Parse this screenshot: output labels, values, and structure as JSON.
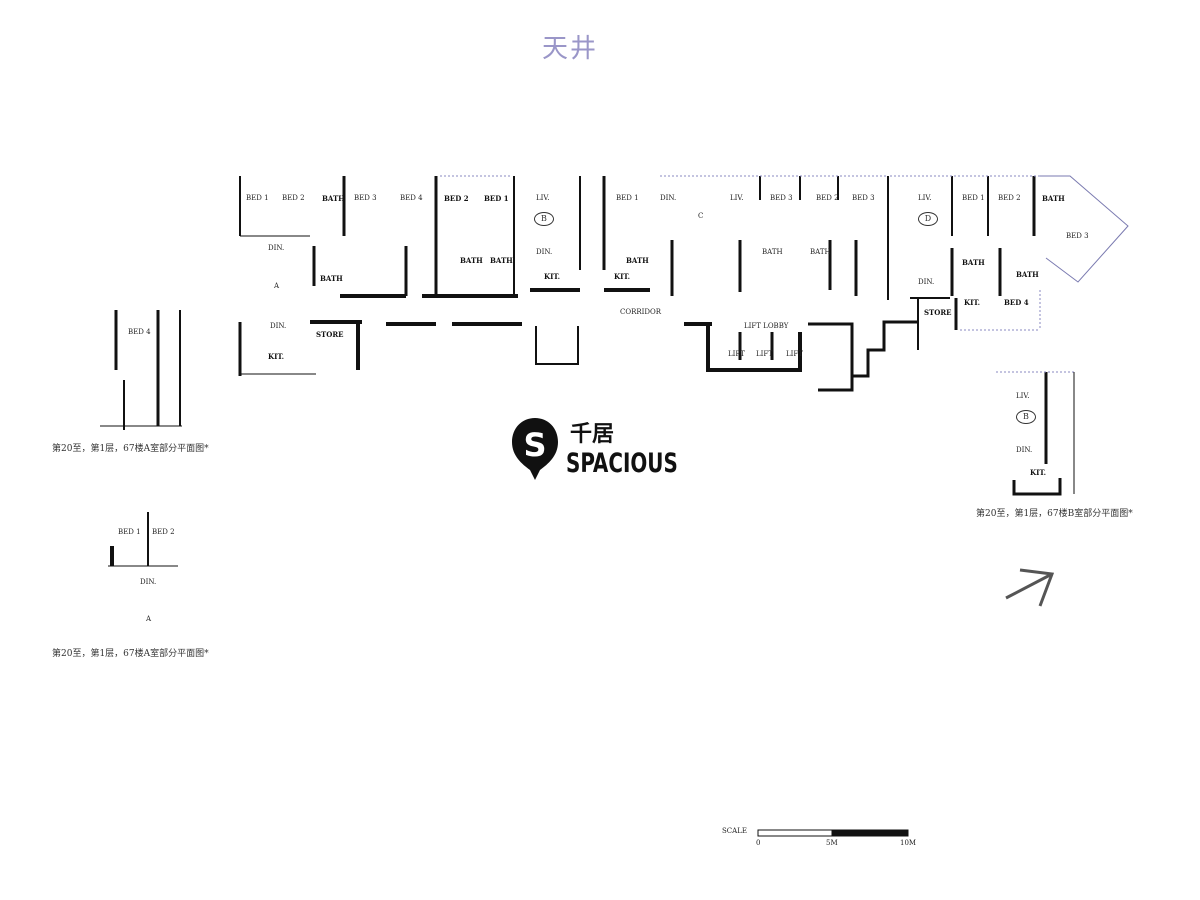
{
  "title": {
    "courtyard": "天井"
  },
  "units": {
    "A": "A",
    "B": "B",
    "C": "C",
    "D": "D"
  },
  "rooms": {
    "bed1": "BED 1",
    "bed2": "BED 2",
    "bed3": "BED 3",
    "bed4": "BED 4",
    "liv": "LIV.",
    "din": "DIN.",
    "kit": "KIT.",
    "bath": "BATH",
    "store": "STORE",
    "lift_lobby": "LIFT LOBBY",
    "corridor": "CORRIDOR",
    "lift": "LIFT"
  },
  "captions": {
    "partial_a_top": "第20至，第1层，67楼A室部分平面图*",
    "partial_a_bottom": "第20至，第1层，67楼A室部分平面图*",
    "partial_b": "第20至，第1层，67楼B室部分平面图*"
  },
  "logo": {
    "chinese": "千居",
    "english": "SPACIOUS"
  },
  "scale": {
    "label": "SCALE",
    "tick0": "0",
    "tick1": "5M",
    "tick2": "10M"
  },
  "colors": {
    "walls": "#111111",
    "title": "#9a96c8",
    "detail": "#7a7ab0"
  }
}
